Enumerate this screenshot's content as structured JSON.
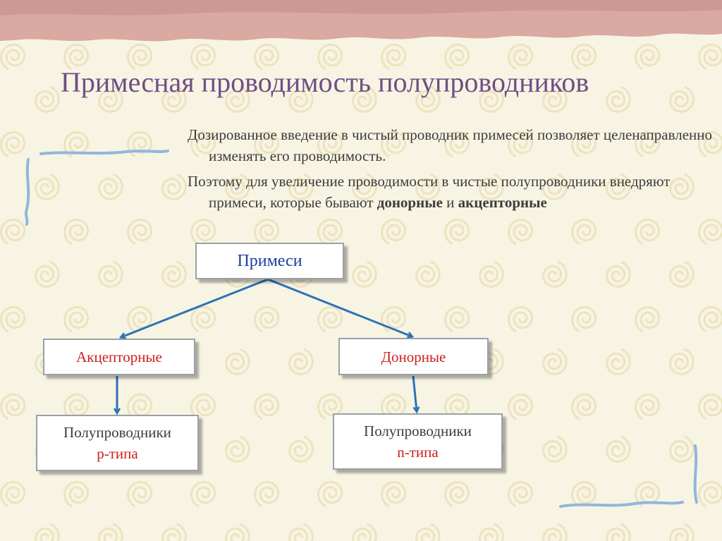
{
  "slide": {
    "title": "Примесная проводимость полупроводников",
    "paragraph1": "Дозированное введение в чистый проводник примесей позволяет целенаправленно изменять его проводимость.",
    "paragraph2_intro": "Поэтому для увеличение проводимости в чистые полупроводники внедряют примеси, которые бывают ",
    "paragraph2_bold1": "донорные",
    "paragraph2_conj": " и ",
    "paragraph2_bold2": "акцепторные"
  },
  "diagram": {
    "root": "Примеси",
    "left_branch": "Акцепторные",
    "right_branch": "Донорные",
    "left_leaf_line1": "Полупроводники",
    "left_leaf_line2": "р-типа",
    "right_leaf_line1": "Полупроводники",
    "right_leaf_line2": "n-типа"
  },
  "colors": {
    "title": "#6f4f86",
    "arrow": "#2b73b8",
    "root_text": "#1b3f9c",
    "branch_text": "#cc1f1f",
    "top_band": "#d9a9a2",
    "background": "#f8f4e3",
    "swirl": "#ece3bf"
  }
}
